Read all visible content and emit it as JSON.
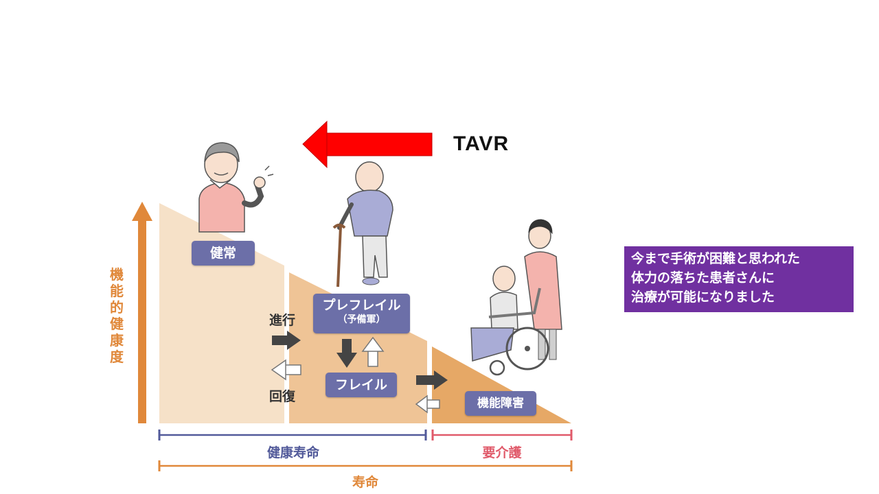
{
  "diagram": {
    "y_axis_label": "機能的健康度",
    "stages": {
      "healthy": "健常",
      "prefrail_line1": "プレフレイル",
      "prefrail_line2": "（予備軍）",
      "frail": "フレイル",
      "disability": "機能障害"
    },
    "transitions": {
      "progress": "進行",
      "recovery": "回復"
    },
    "timeline": {
      "healthy_life": "健康寿命",
      "care_needed": "要介護",
      "lifespan": "寿命"
    },
    "colors": {
      "stage1": "#f6e1c8",
      "stage2": "#efc496",
      "stage3": "#e6a866",
      "axis_orange": "#e0883a",
      "tag_purple": "#6c6fa8",
      "healthy_bracket": "#525a9a",
      "care_bracket": "#e05a6a",
      "tavr_arrow": "#ff0000"
    }
  },
  "tavr": {
    "label": "TAVR"
  },
  "note": {
    "lines": [
      "今まで手術が困難と思われた",
      "体力の落ちた患者さんに",
      "治療が可能になりました"
    ],
    "background": "#7030a0"
  }
}
